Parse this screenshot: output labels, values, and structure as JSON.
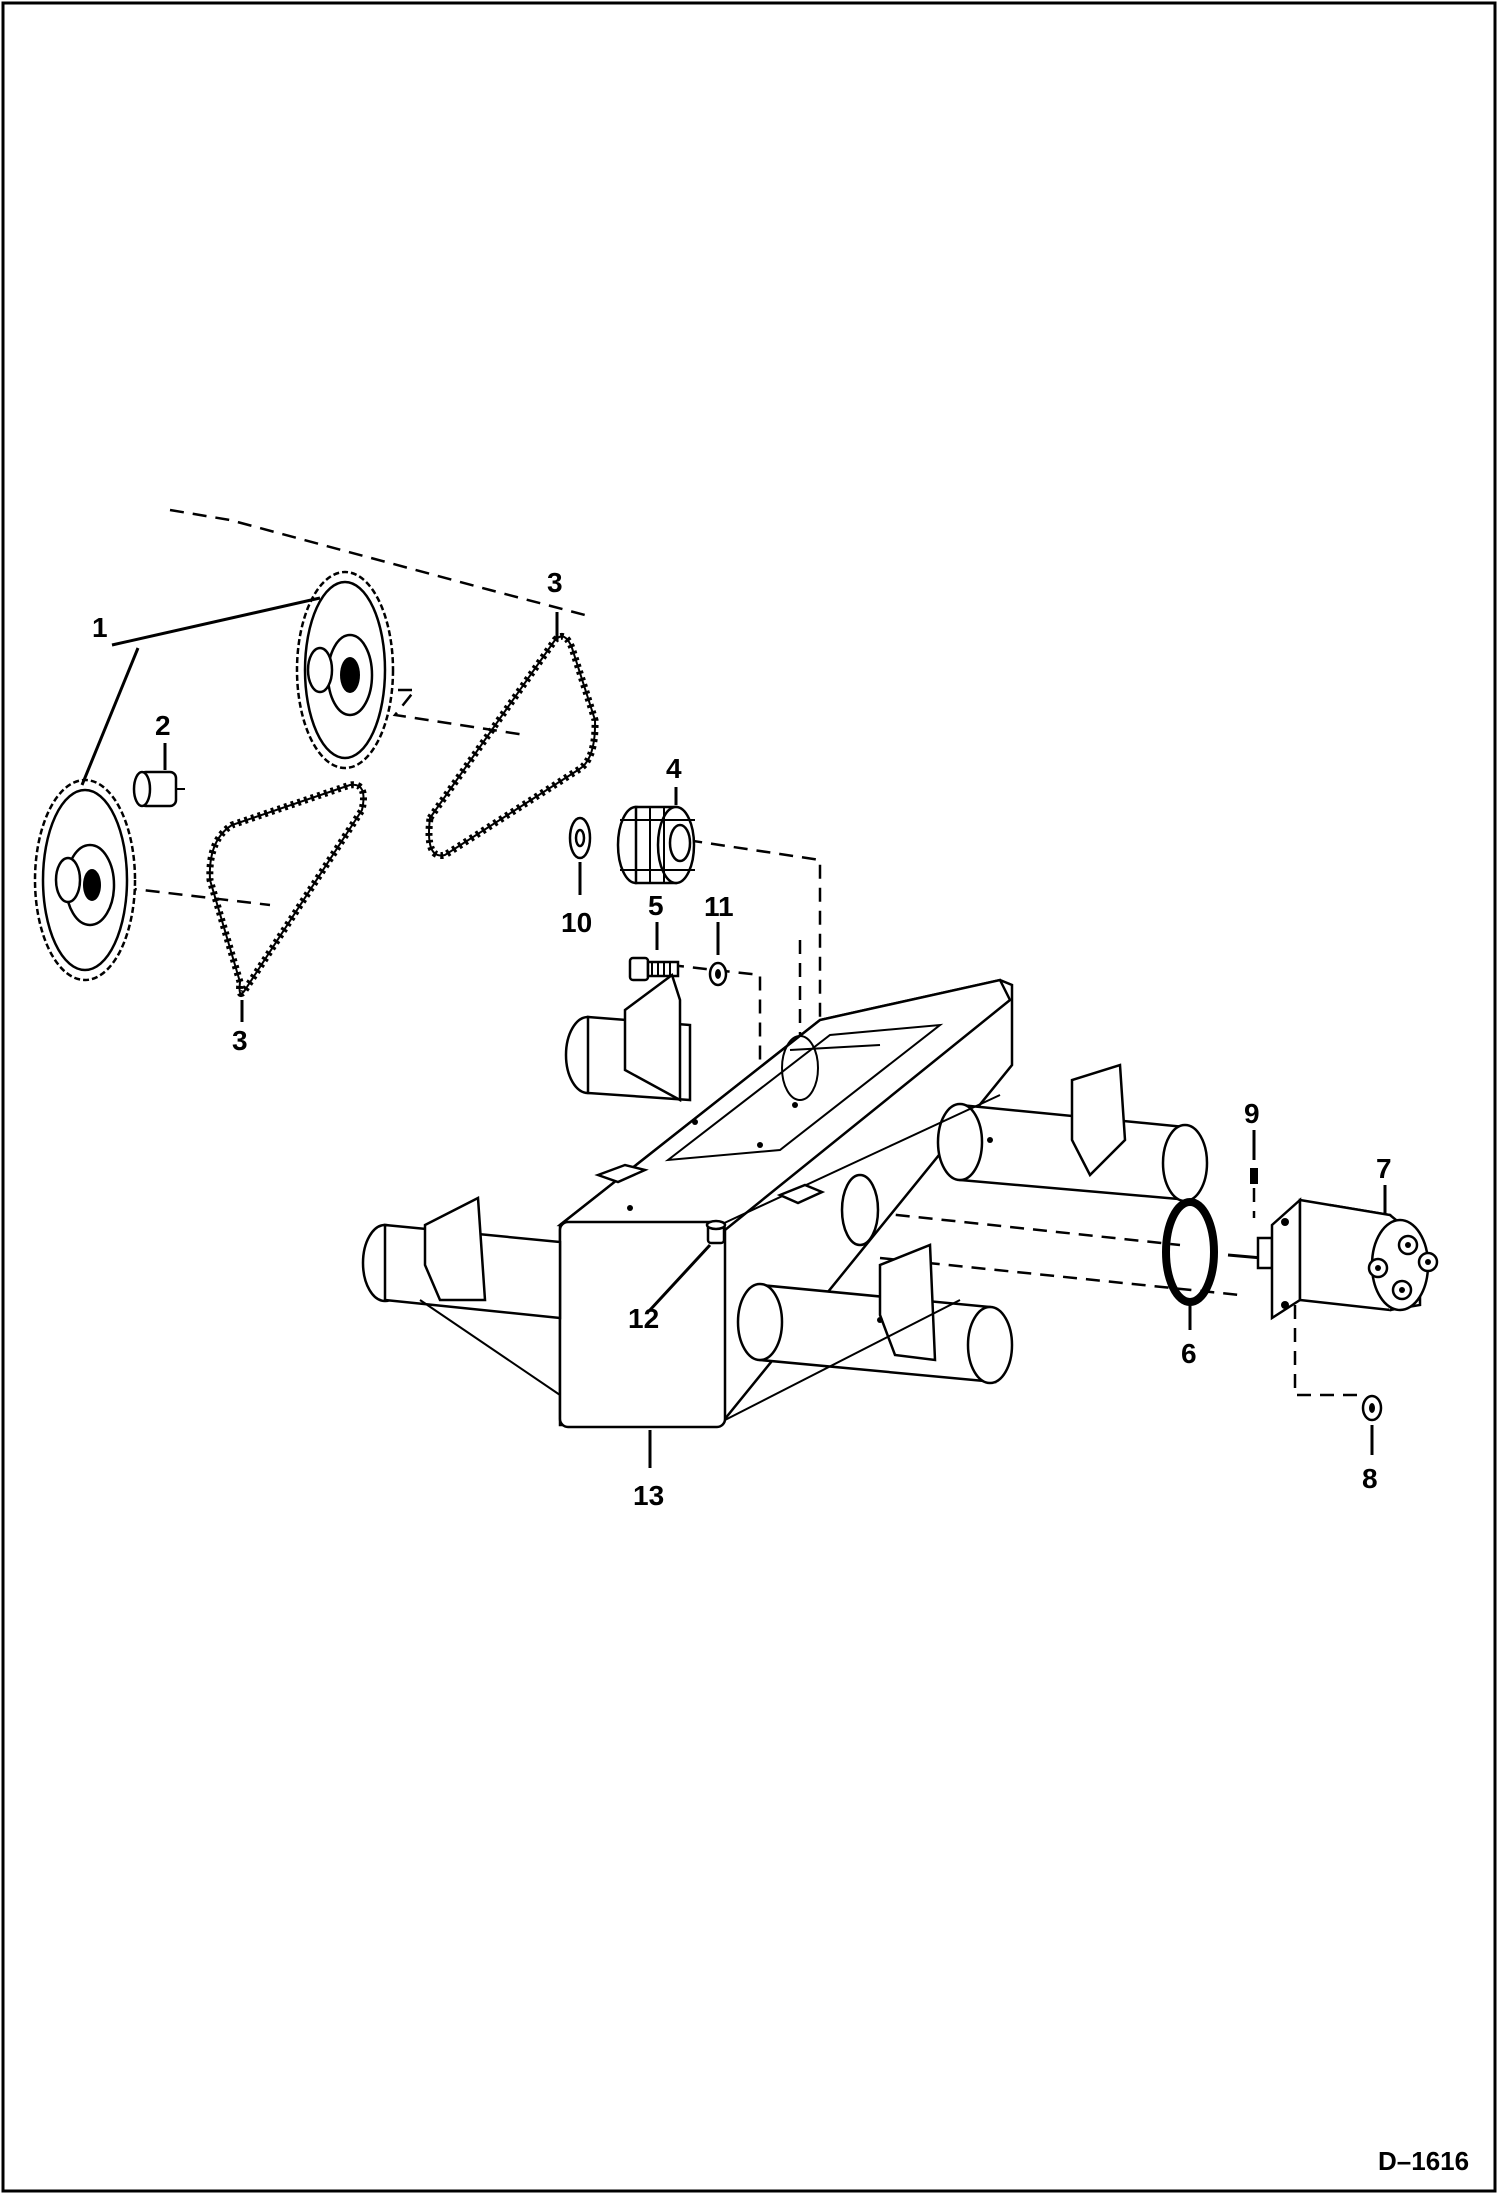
{
  "diagram": {
    "callouts": [
      {
        "id": "1",
        "label": "1"
      },
      {
        "id": "2",
        "label": "2"
      },
      {
        "id": "3a",
        "label": "3"
      },
      {
        "id": "3b",
        "label": "3"
      },
      {
        "id": "4",
        "label": "4"
      },
      {
        "id": "5",
        "label": "5"
      },
      {
        "id": "6",
        "label": "6"
      },
      {
        "id": "7",
        "label": "7"
      },
      {
        "id": "8",
        "label": "8"
      },
      {
        "id": "9",
        "label": "9"
      },
      {
        "id": "10",
        "label": "10"
      },
      {
        "id": "11",
        "label": "11"
      },
      {
        "id": "12",
        "label": "12"
      },
      {
        "id": "13",
        "label": "13"
      }
    ],
    "document_id": "D–1616"
  }
}
